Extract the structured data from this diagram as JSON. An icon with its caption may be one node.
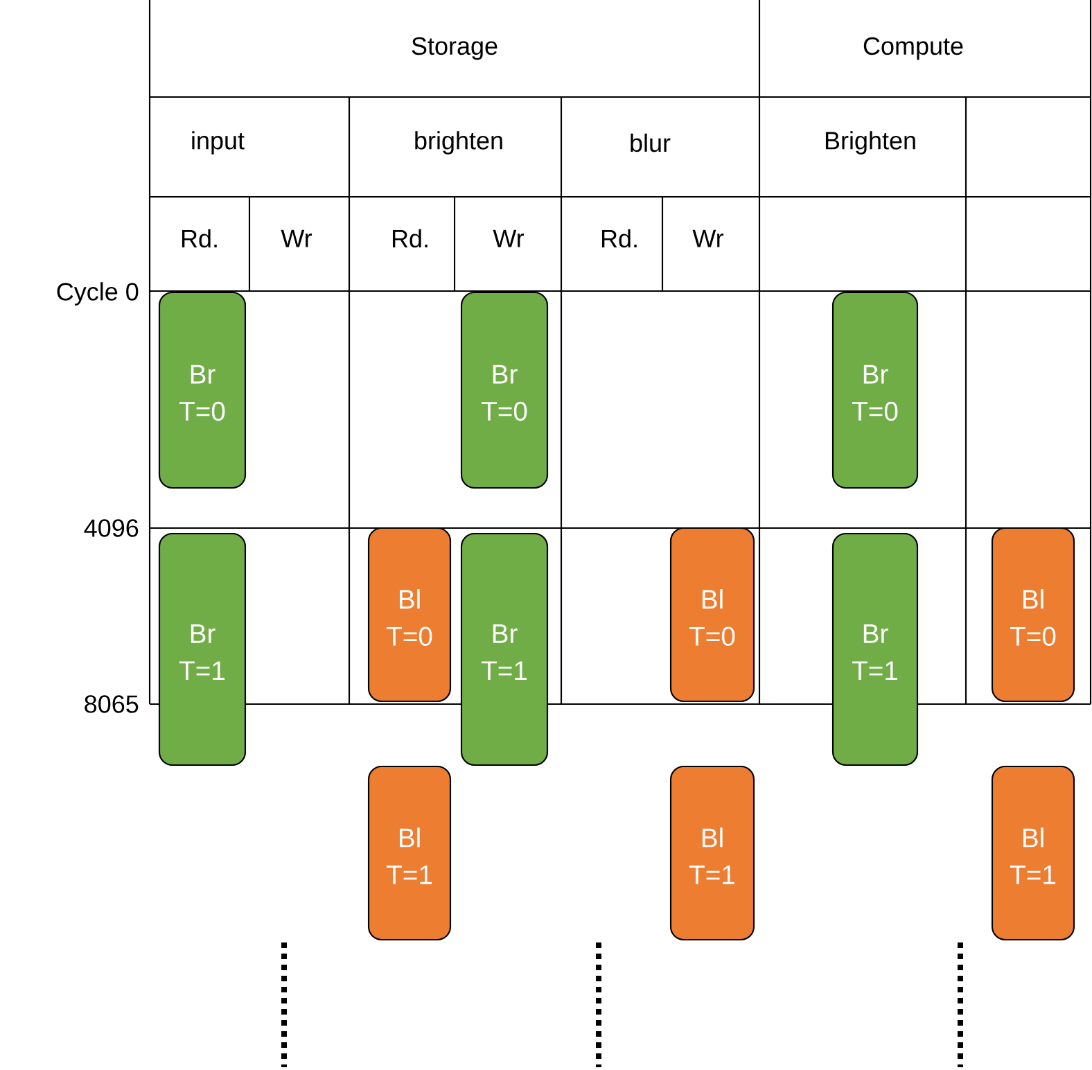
{
  "diagram": {
    "nodes": [
      {
        "text": [
          "Br",
          "T=0"
        ]
      },
      {
        "text": [
          "Br",
          "T=1"
        ]
      },
      {
        "text": [
          "Br",
          "T=0"
        ]
      },
      {
        "text": [
          "Br",
          "T=1"
        ]
      },
      {
        "text": [
          "Br",
          "T=0"
        ]
      },
      {
        "text": [
          "Br",
          "T=1"
        ]
      },
      {
        "text": [
          "Bl",
          "T=0"
        ]
      },
      {
        "text": [
          "Bl",
          "T=0"
        ]
      },
      {
        "text": [
          "Bl",
          "T=0"
        ]
      },
      {
        "text": [
          "Bl",
          "T=1"
        ]
      },
      {
        "text": [
          "Bl",
          "T=1"
        ]
      },
      {
        "text": [
          "Bl",
          "T=1"
        ]
      }
    ],
    "labels": [
      "Storage",
      "Compute",
      "input",
      "brighten",
      "blur",
      "Brighten",
      "Rd.",
      "Wr",
      "Rd.",
      "Wr",
      "Rd.",
      "Wr",
      "Cycle 0",
      "4096",
      "8065"
    ]
  }
}
